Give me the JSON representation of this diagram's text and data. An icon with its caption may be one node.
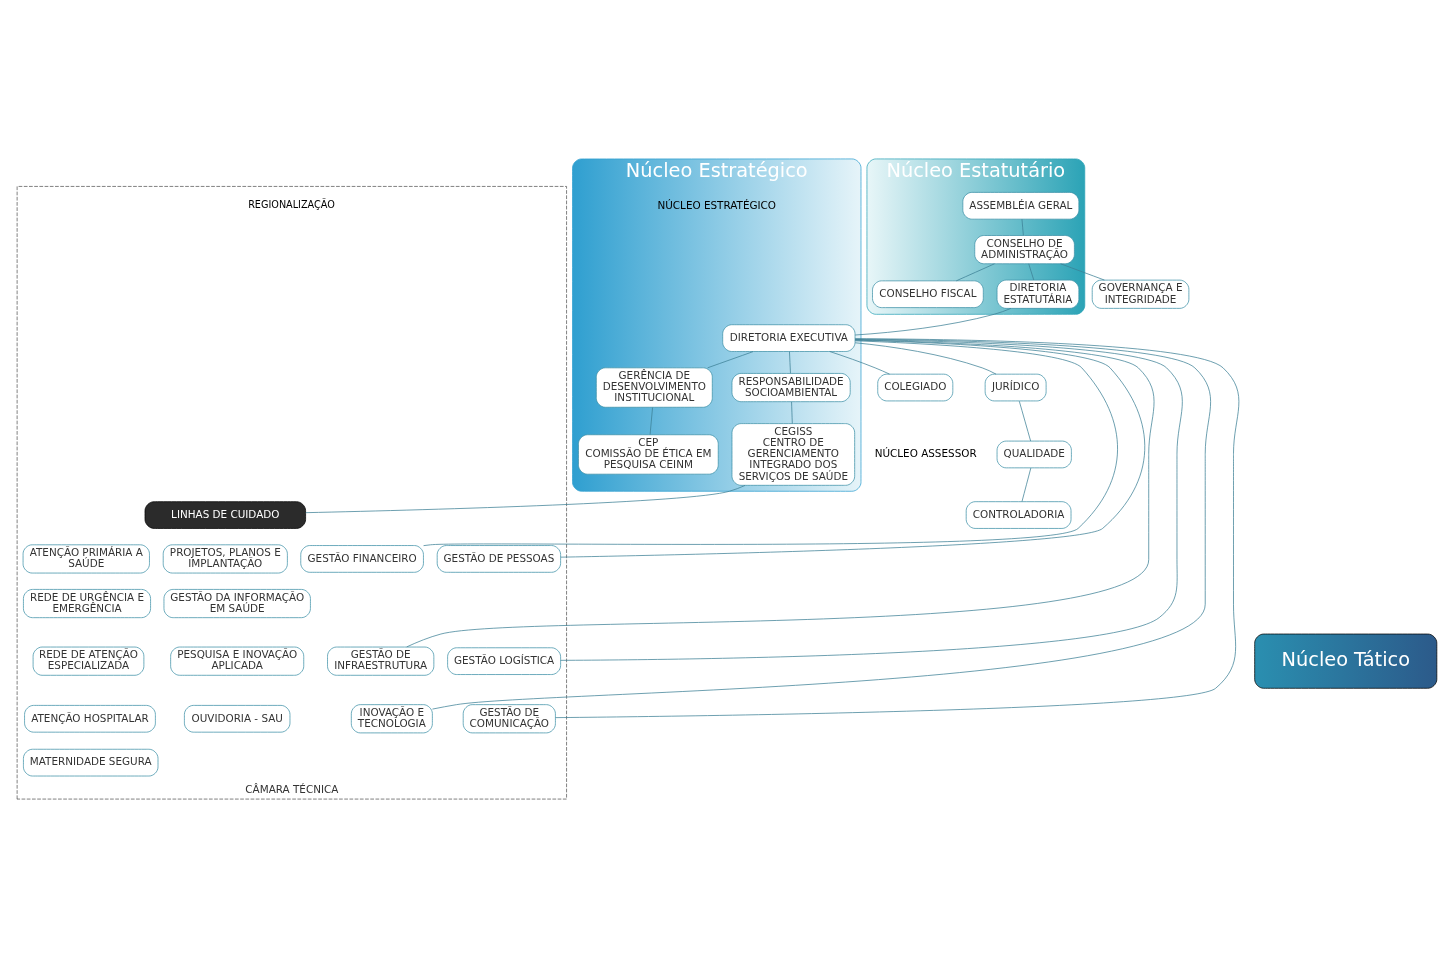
{
  "diagram": {
    "nodes": [
      {
        "text": [
          "Núcleo Estatutário"
        ]
      },
      {
        "text": [
          "ASSEMBLÉIA GERAL"
        ],
        "in": 0
      },
      {
        "text": [
          "CONSELHO DE ADMINISTRAÇÃO"
        ],
        "in": 0
      },
      {
        "text": [
          "GOVERNANÇA E INTEGRIDADE"
        ]
      },
      {
        "text": [
          "CONSELHO FISCAL"
        ],
        "in": 0
      },
      {
        "text": [
          "DIRETORIA ESTATUTÁRIA"
        ],
        "in": 0
      },
      {
        "text": [
          "Núcleo Estratégico"
        ]
      },
      {
        "text": [
          "CEP",
          "COMISSÃO DE ÉTICA EM PESQUISA CEINM"
        ],
        "in": 6
      },
      {
        "text": [
          "GERÊNCIA DE DESENVOLVIMENTO INSTITUCIONAL"
        ],
        "in": 6
      },
      {
        "text": [
          "DIRETORIA EXECUTIVA"
        ],
        "in": 6
      },
      {
        "text": [
          "CEGISS",
          "CENTRO DE GERENCIAMENTO INTEGRADO DOS SERVIÇOS DE SAÚDE"
        ],
        "in": 6
      },
      {
        "text": [
          "RESPONSABILIDADE SOCIOAMBIENTAL"
        ],
        "in": 6
      },
      {
        "text": [
          "COLEGIADO"
        ]
      },
      {
        "text": [
          "JURÍDICO"
        ]
      },
      {
        "text": [
          "QUALIDADE"
        ]
      },
      {
        "text": [
          "CONTROLADORIA"
        ]
      },
      {
        "text": [
          "Núcleo Tático"
        ]
      },
      {
        "text": [
          "CÂMARA TÉCNICA"
        ]
      },
      {
        "text": [
          "LINHAS DE CUIDADO"
        ],
        "in": 17
      },
      {
        "text": [
          "ATENÇÃO PRIMÁRIA A SAÚDE"
        ],
        "in": 17
      },
      {
        "text": [
          "PROJETOS, PLANOS E IMPLANTAÇÃO"
        ],
        "in": 17
      },
      {
        "text": [
          "REDE DE URGÊNCIA E EMERGÊNCIA"
        ],
        "in": 17
      },
      {
        "text": [
          "GESTÃO DA INFORMAÇÃO EM SAÚDE"
        ],
        "in": 17
      },
      {
        "text": [
          "REDE DE ATENÇÃO ESPECIALIZADA"
        ],
        "in": 17
      },
      {
        "text": [
          "PESQUISA E INOVAÇÃO APLICADA"
        ],
        "in": 17
      },
      {
        "text": [
          "ATENÇÃO HOSPITALAR"
        ],
        "in": 17
      },
      {
        "text": [
          "OUVIDORIA - SAU"
        ],
        "in": 17
      },
      {
        "text": [
          "MATERNIDADE SEGURA"
        ],
        "in": 17
      },
      {
        "text": [
          "GESTÃO FINANCEIRO"
        ],
        "in": 17
      },
      {
        "text": [
          "GESTÃO DE PESSOAS"
        ],
        "in": 17
      },
      {
        "text": [
          "GESTÃO DE INFRAESTRUTURA"
        ],
        "in": 17
      },
      {
        "text": [
          "GESTÃO LOGÍSTICA"
        ],
        "in": 17
      },
      {
        "text": [
          "INOVAÇÃO E TECNOLOGIA"
        ],
        "in": 17
      },
      {
        "text": [
          "GESTÃO DE COMUNICAÇÃO"
        ],
        "in": 17
      }
    ],
    "edges": [
      {
        "from": 1,
        "to": 2,
        "arrow": "none"
      },
      {
        "from": 2,
        "to": 3,
        "arrow": "none"
      },
      {
        "from": 2,
        "to": 4,
        "arrow": "none"
      },
      {
        "from": 2,
        "to": 5,
        "arrow": "none"
      },
      {
        "from": 5,
        "to": 9,
        "arrow": "none"
      },
      {
        "from": 9,
        "to": 8,
        "arrow": "none"
      },
      {
        "from": 8,
        "to": 7,
        "arrow": "none"
      },
      {
        "from": 9,
        "to": 12,
        "arrow": "none"
      },
      {
        "from": 9,
        "to": 11,
        "arrow": "none"
      },
      {
        "from": 11,
        "to": 10,
        "arrow": "none"
      },
      {
        "from": 9,
        "to": 13,
        "arrow": "none"
      },
      {
        "from": 13,
        "to": 14,
        "arrow": "none"
      },
      {
        "from": 14,
        "to": 15,
        "arrow": "none"
      },
      {
        "from": 10,
        "to": 18,
        "arrow": "none"
      },
      {
        "from": 9,
        "to": 28,
        "arrow": "none"
      },
      {
        "from": 9,
        "to": 29,
        "arrow": "none"
      },
      {
        "from": 9,
        "to": 30,
        "arrow": "none"
      },
      {
        "from": 9,
        "to": 31,
        "arrow": "none"
      },
      {
        "from": 9,
        "to": 32,
        "arrow": "none"
      },
      {
        "from": 9,
        "to": 33,
        "arrow": "none"
      }
    ],
    "labels": [
      "NÚCLEO ESTRATÉGICO",
      "NÚCLEO ASSESSOR",
      "REGIONALIZAÇÃO"
    ]
  }
}
